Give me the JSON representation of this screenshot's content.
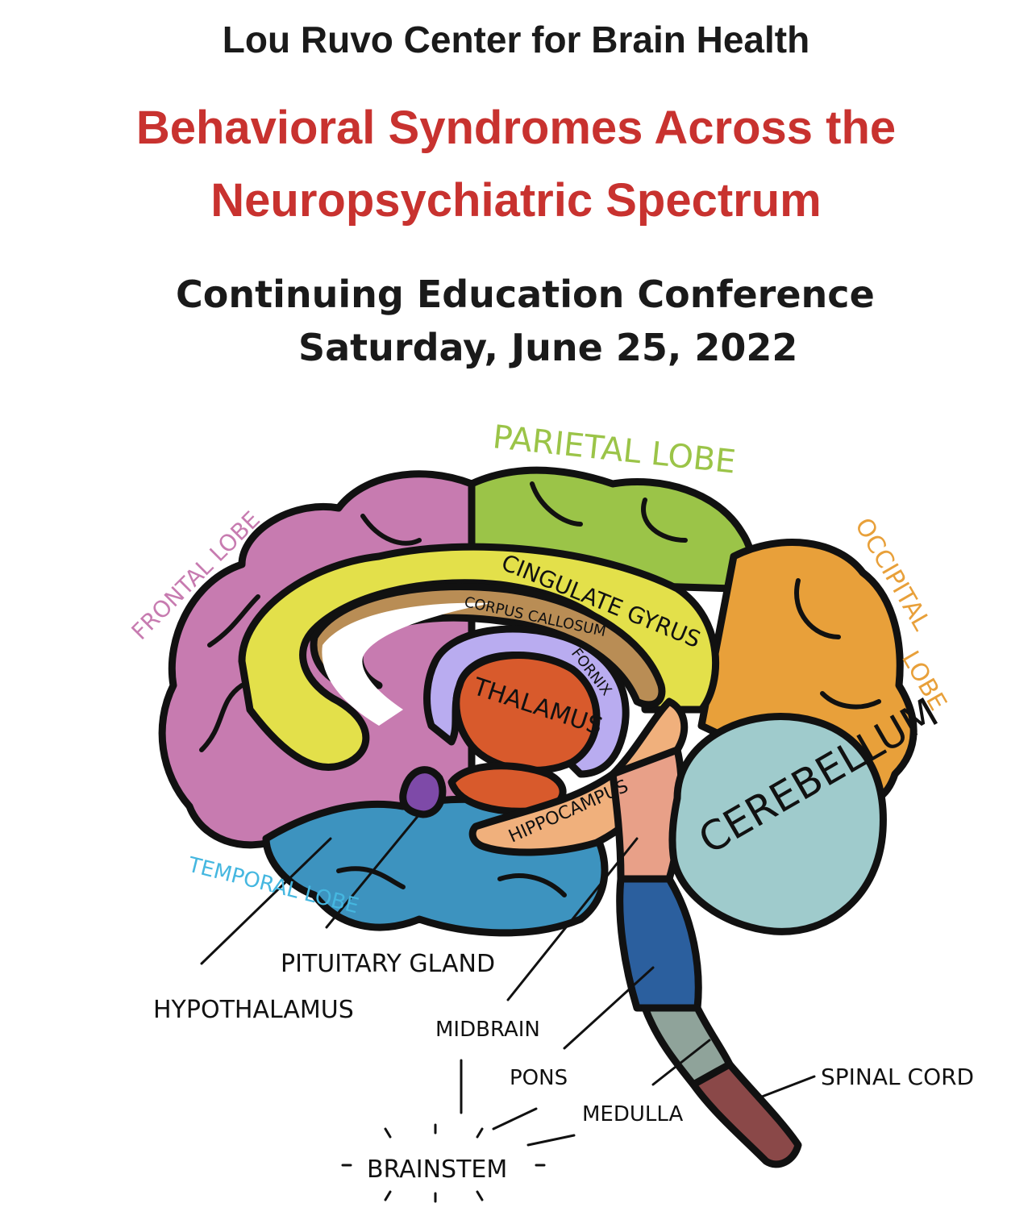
{
  "header": {
    "organization": "Lou Ruvo Center for Brain Health",
    "title_line1": "Behavioral Syndromes Across the",
    "title_line2": "Neuropsychiatric Spectrum",
    "subtitle_line1": "Continuing Education Conference",
    "subtitle_line2": "Saturday, June 25, 2022"
  },
  "diagram": {
    "labels": {
      "parietal": "PARIETAL LOBE",
      "frontal": "FRONTAL LOBE",
      "occipital": "OCCIPITAL",
      "occipital2": "LOBE",
      "temporal": "TEMPORAL LOBE",
      "cingulate": "CINGULATE GYRUS",
      "corpus": "CORPUS CALLOSUM",
      "fornix": "FORNIX",
      "thalamus": "THALAMUS",
      "hippocampus": "HIPPOCAMPUS",
      "cerebellum": "CEREBELLUM",
      "pituitary": "PITUITARY GLAND",
      "hypothalamus": "HYPOTHALAMUS",
      "midbrain": "MIDBRAIN",
      "pons": "PONS",
      "medulla": "MEDULLA",
      "spinal": "SPINAL CORD",
      "brainstem": "BRAINSTEM"
    },
    "colors": {
      "frontal": "#c77bb0",
      "parietal": "#9bc448",
      "occipital": "#e8a03a",
      "temporal": "#3d93bf",
      "cingulate": "#e3e04a",
      "corpus": "#b98d55",
      "fornix": "#b9acf0",
      "thalamus": "#d85a2c",
      "hippocampus": "#f0b07c",
      "cerebellum": "#9fcbcc",
      "midbrain": "#e8a088",
      "pons": "#2b5f9e",
      "medulla": "#8fa39a",
      "spinal": "#8a4848",
      "pituitary": "#7e4aa8"
    }
  }
}
